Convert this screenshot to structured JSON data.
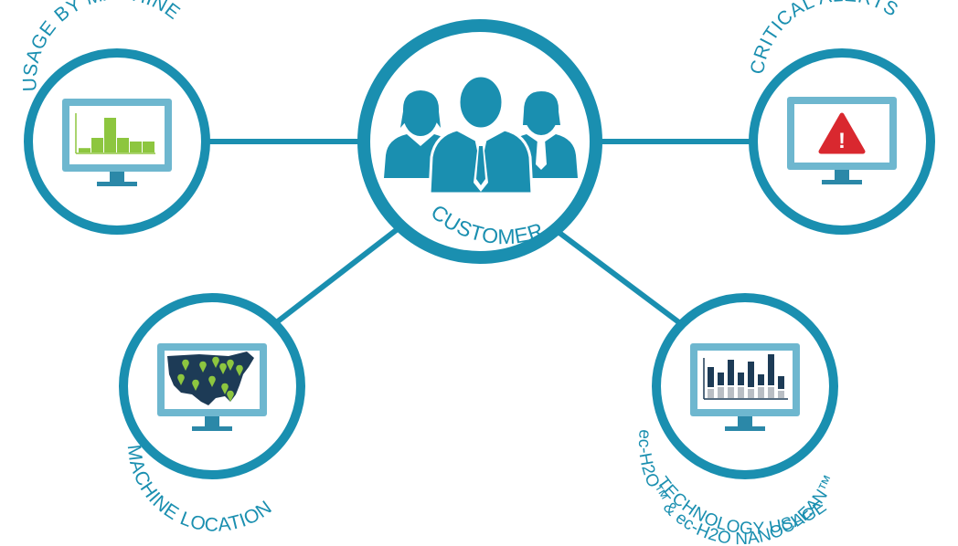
{
  "colors": {
    "ring": "#1a8fb0",
    "ring_light": "#cfe6ef",
    "monitor_frame": "#6eb7cf",
    "monitor_stand": "#2b88a8",
    "screen_bg": "#ffffff",
    "usage_bars": "#8dc63f",
    "alert": "#d9282f",
    "map_bg": "#1d3b56",
    "map_land": "#2a4d6b",
    "map_pin": "#8dc63f",
    "tech_bar_dark": "#1d3b56",
    "tech_bar_light": "#b9bec4",
    "people": "#1a8fb0",
    "label": "#1a8fb0"
  },
  "center": {
    "label": "CUSTOMER",
    "icon": "customer-group-icon"
  },
  "nodes": {
    "usage": {
      "label": "USAGE BY MACHINE",
      "icon": "bar-chart-monitor-icon",
      "bars": [
        0.12,
        0.4,
        0.95,
        0.4,
        0.3,
        0.3
      ]
    },
    "alerts": {
      "label": "CRITICAL ALERTS",
      "icon": "warning-monitor-icon",
      "alert_glyph": "!"
    },
    "location": {
      "label": "MACHINE LOCATION",
      "icon": "map-monitor-icon"
    },
    "tech": {
      "label_line1": "ec-H2O™ & ec-H2O NANOCLEAN™",
      "label_line2": "TECHNOLOGY USAGE",
      "icon": "stacked-bar-monitor-icon",
      "bars": [
        {
          "dark": 0.55,
          "light": 0.25
        },
        {
          "dark": 0.35,
          "light": 0.3
        },
        {
          "dark": 0.7,
          "light": 0.3
        },
        {
          "dark": 0.35,
          "light": 0.3
        },
        {
          "dark": 0.7,
          "light": 0.25
        },
        {
          "dark": 0.3,
          "light": 0.3
        },
        {
          "dark": 0.85,
          "light": 0.3
        },
        {
          "dark": 0.35,
          "light": 0.2
        }
      ]
    }
  }
}
